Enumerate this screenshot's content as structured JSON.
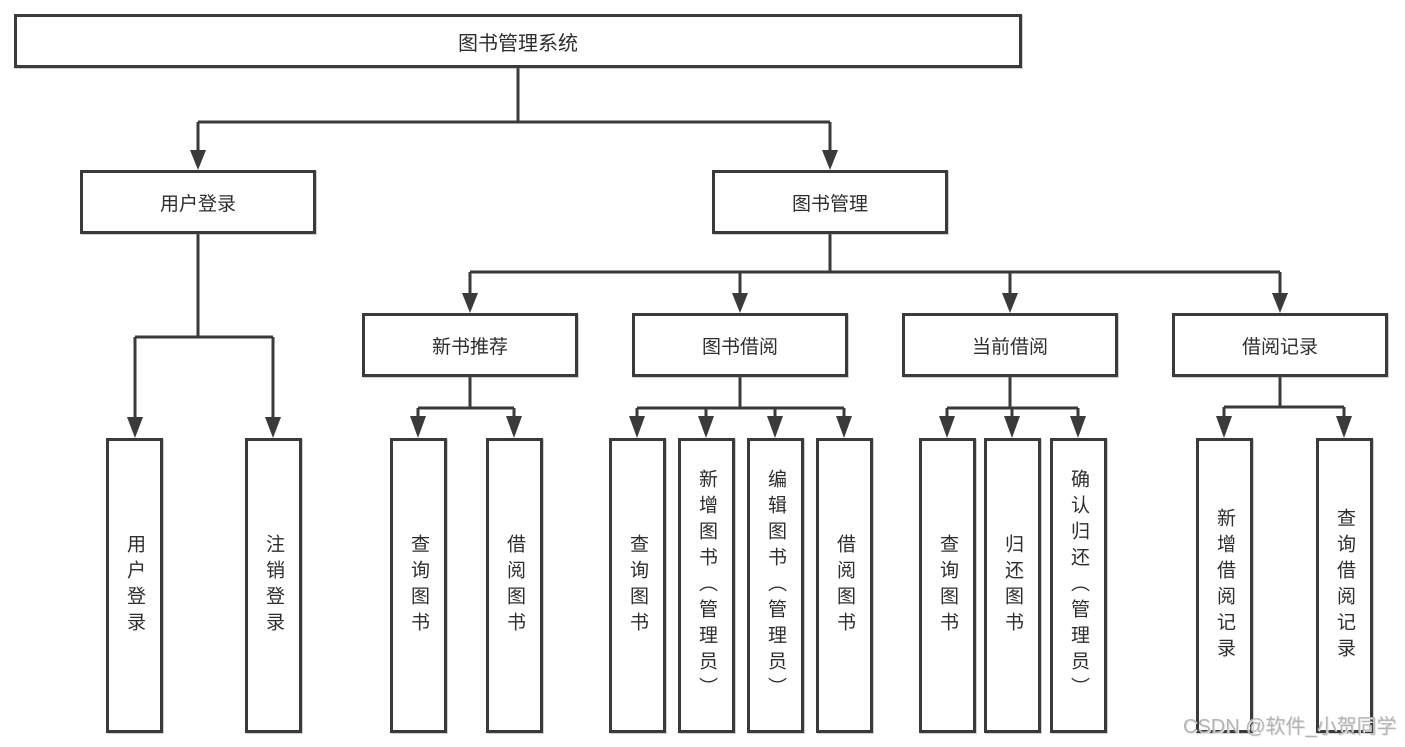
{
  "diagram_title": "图书管理系统",
  "diagram_type": "hierarchy-tree",
  "watermark": "CSDN @软件_小贺同学",
  "colors": {
    "background": "#ffffff",
    "line": "#3a3a3a",
    "box_border": "#3a3a3a",
    "text": "#2e2e2e",
    "watermark": "#b4b4b4"
  },
  "tree": {
    "root": {
      "label": "图书管理系统",
      "children": [
        {
          "label": "用户登录",
          "children": [
            {
              "label": "用户登录"
            },
            {
              "label": "注销登录"
            }
          ]
        },
        {
          "label": "图书管理",
          "children": [
            {
              "label": "新书推荐",
              "children": [
                {
                  "label": "查询图书"
                },
                {
                  "label": "借阅图书"
                }
              ]
            },
            {
              "label": "图书借阅",
              "children": [
                {
                  "label": "查询图书"
                },
                {
                  "label": "新增图书（管理员）"
                },
                {
                  "label": "编辑图书（管理员）"
                },
                {
                  "label": "借阅图书"
                }
              ]
            },
            {
              "label": "当前借阅",
              "children": [
                {
                  "label": "查询图书"
                },
                {
                  "label": "归还图书"
                },
                {
                  "label": "确认归还（管理员）"
                }
              ]
            },
            {
              "label": "借阅记录",
              "children": [
                {
                  "label": "新增借阅记录"
                },
                {
                  "label": "查询借阅记录"
                }
              ]
            }
          ]
        }
      ]
    }
  }
}
